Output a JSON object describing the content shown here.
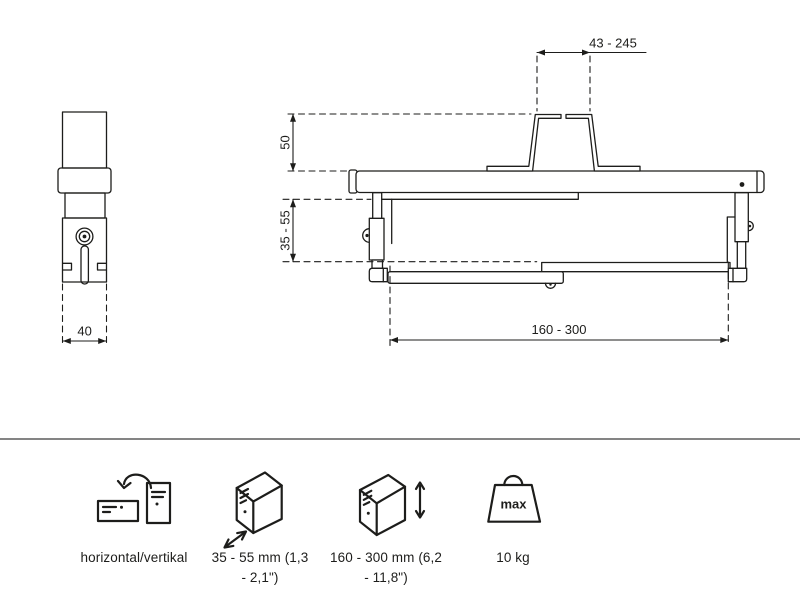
{
  "colors": {
    "line": "#1d1d1b",
    "divider": "#848484",
    "background": "#ffffff"
  },
  "drawing": {
    "side_view": {
      "bottom_width": "40"
    },
    "front_view": {
      "bracket_width": "43 - 245",
      "bracket_height": "50",
      "clamp_range": "35 - 55",
      "bottom_span": "160 - 300"
    }
  },
  "features": [
    {
      "label": "horizontal/vertikal"
    },
    {
      "label": "35 - 55 mm (1,3",
      "label2": "- 2,1\")"
    },
    {
      "label": "160 - 300 mm (6,2",
      "label2": "- 11,8\")"
    },
    {
      "label": "10 kg",
      "badge": "max"
    }
  ]
}
